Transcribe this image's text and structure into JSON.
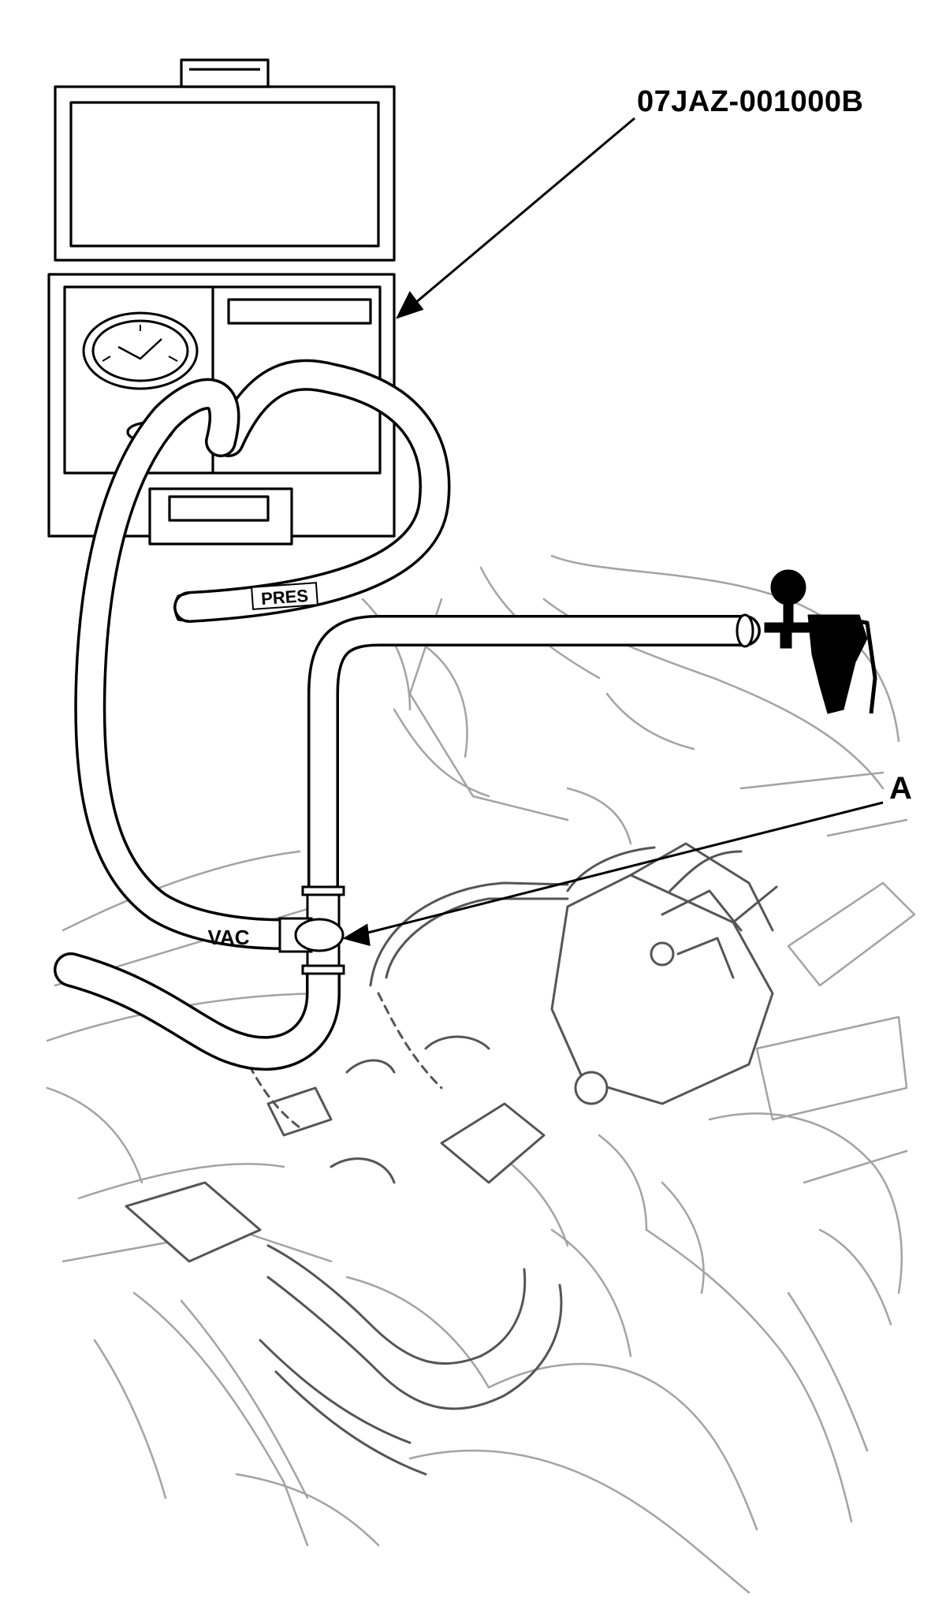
{
  "callouts": {
    "tool_part_number": "07JAZ-001000B",
    "tee_fitting": "A"
  },
  "hose_markings": {
    "pressure": "PRES",
    "vacuum": "VAC"
  },
  "colors": {
    "line_art": "#000000",
    "background_engine": "#9a9a9a",
    "paper": "#ffffff"
  },
  "icons": [
    "tester-kit-case-icon",
    "pressure-gauge-icon",
    "hand-vacuum-pump-icon",
    "tee-fitting-icon"
  ]
}
